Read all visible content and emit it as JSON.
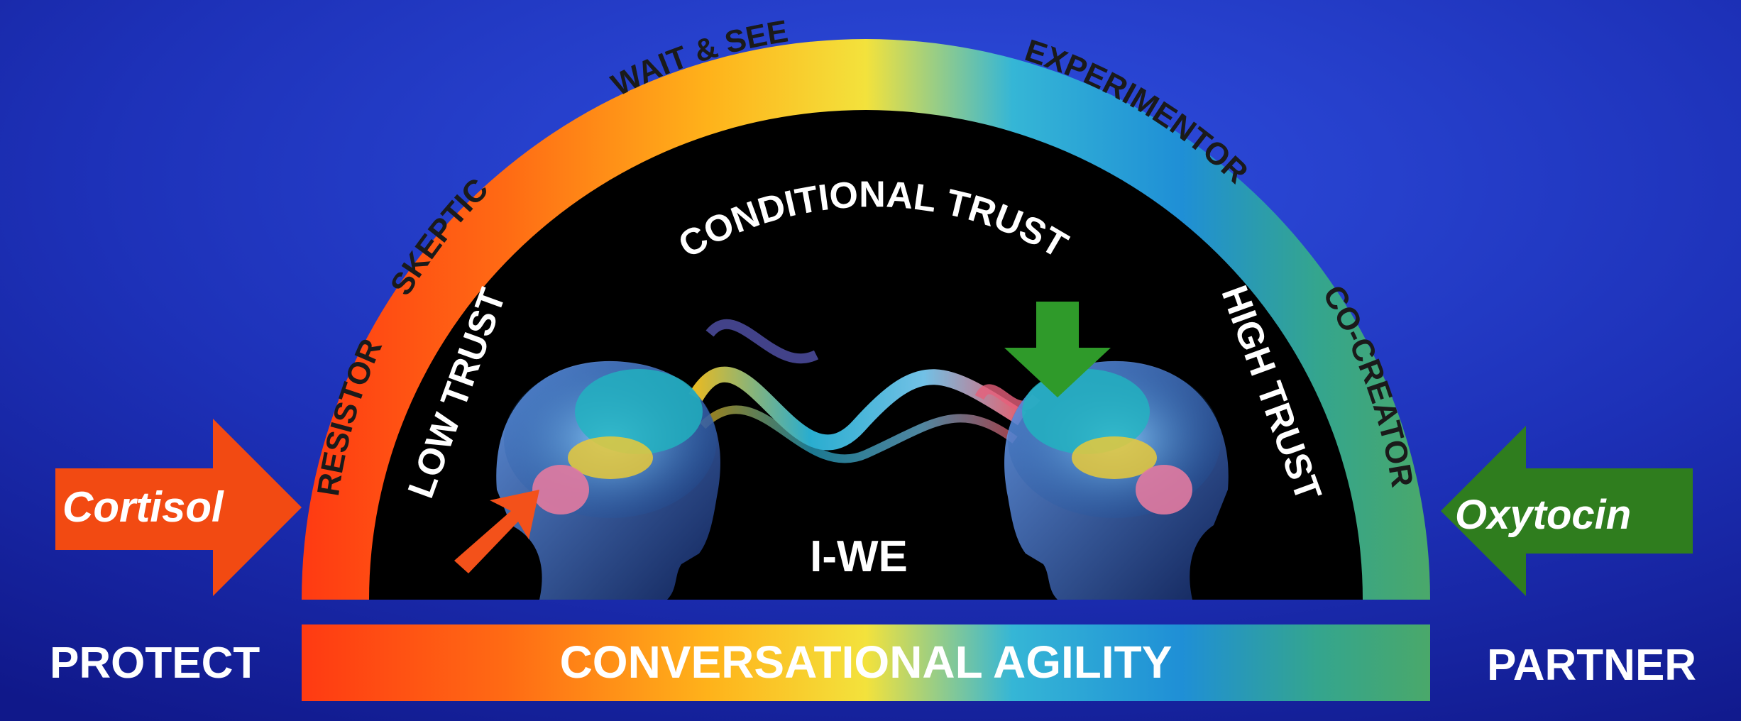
{
  "diagram": {
    "outer_arc_labels": [
      "RESISTOR",
      "SKEPTIC",
      "WAIT & SEE",
      "EXPERIMENTOR",
      "CO-CREATOR"
    ],
    "inner_labels": {
      "low": "LOW TRUST",
      "conditional": "CONDITIONAL TRUST",
      "high": "HIGH TRUST"
    },
    "center_label": "I-WE",
    "left_arrow": {
      "label": "Cortisol",
      "color": "#f24a12"
    },
    "right_arrow": {
      "label": "Oxytocin",
      "color": "#2f7d1e"
    },
    "bottom_left": "PROTECT",
    "bottom_right": "PARTNER",
    "bar_label": "CONVERSATIONAL AGILITY",
    "colors": {
      "background": "#1c2db0",
      "gradient": [
        "#ff3a12",
        "#ff7a12",
        "#ffc21a",
        "#f6e43a",
        "#2fb0d8",
        "#1f8fd6",
        "#3aa88a",
        "#49a86a"
      ],
      "dome_fill": "#000000",
      "brain_glow": "#3fa0e0"
    },
    "icons": [
      "head-silhouette",
      "brain",
      "energy-ribbon",
      "red-arrow",
      "green-arrow"
    ]
  }
}
